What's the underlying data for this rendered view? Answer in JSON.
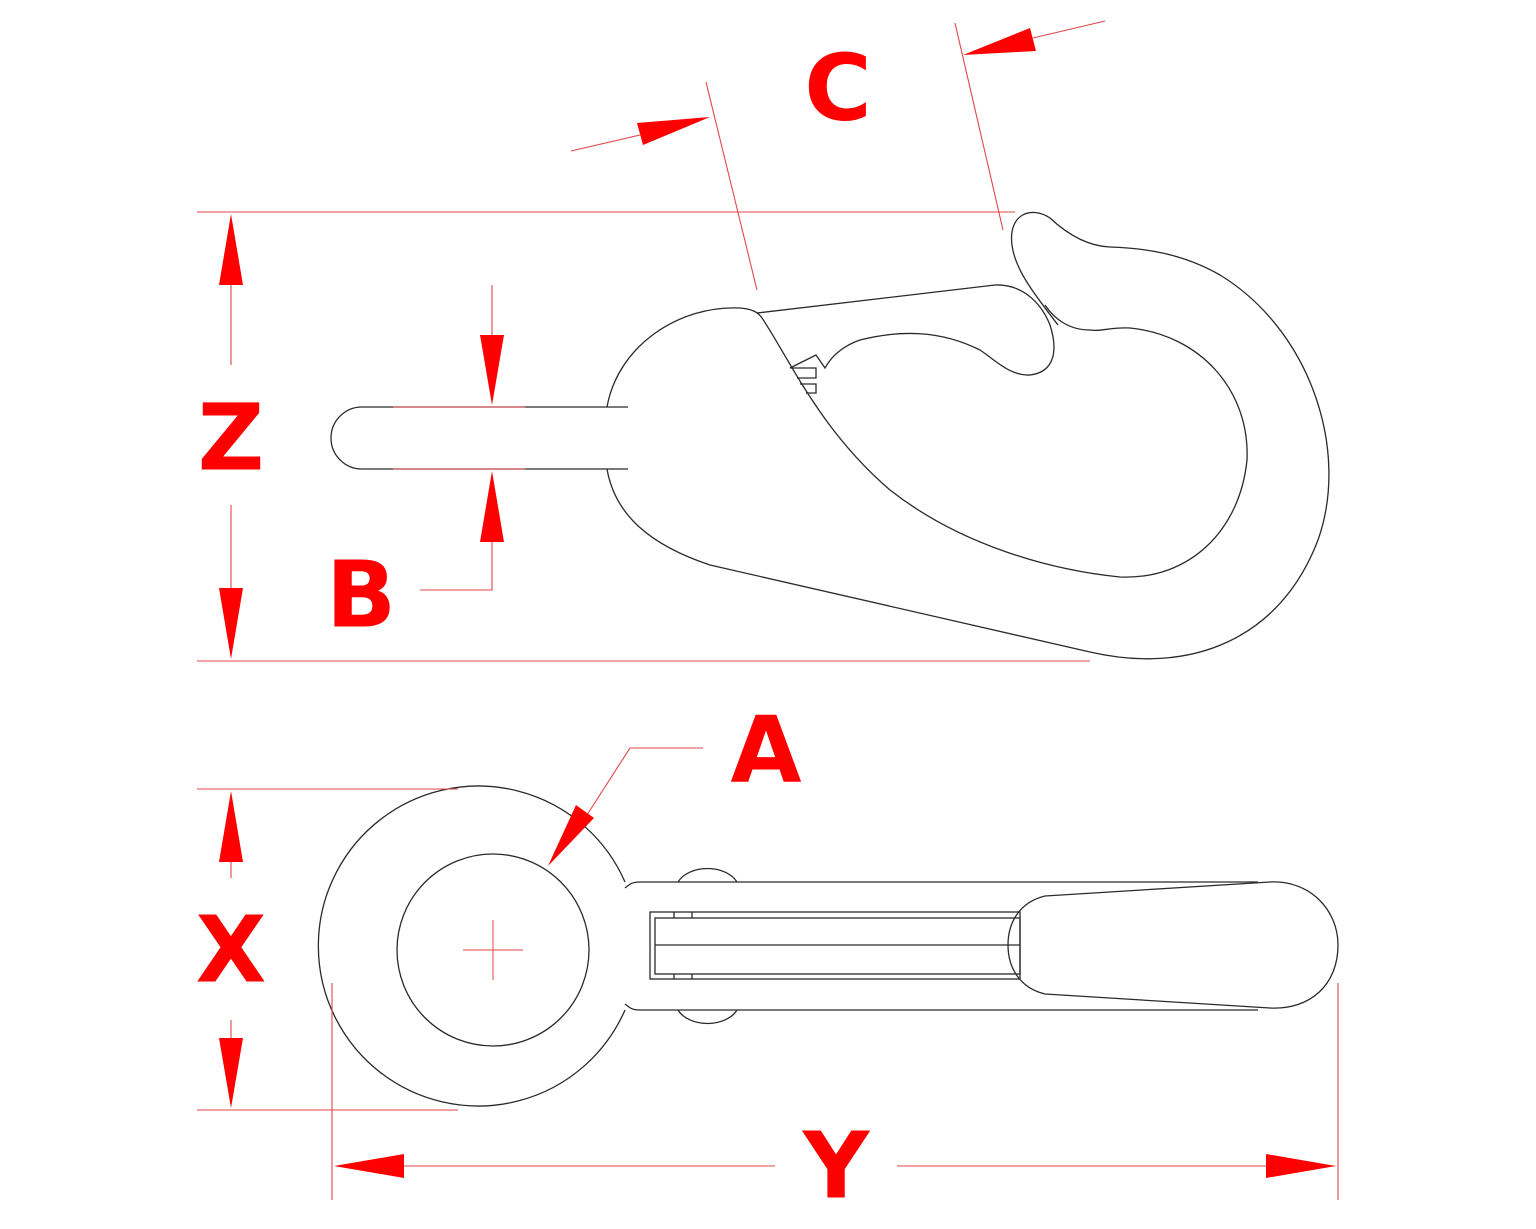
{
  "drawing": {
    "subject": "Snap hook technical drawing",
    "views": [
      "side-view",
      "top-view"
    ],
    "colors": {
      "part_outline": "#2a2a2a",
      "dimension_line": "#e0464a",
      "dimension_label": "#ff0000",
      "background": "#ffffff"
    }
  },
  "dimensions": {
    "A": {
      "label": "A",
      "meaning": "eye inner diameter"
    },
    "B": {
      "label": "B",
      "meaning": "tail thickness"
    },
    "C": {
      "label": "C",
      "meaning": "gate opening"
    },
    "X": {
      "label": "X",
      "meaning": "eye outer width"
    },
    "Y": {
      "label": "Y",
      "meaning": "overall length"
    },
    "Z": {
      "label": "Z",
      "meaning": "overall height"
    }
  }
}
